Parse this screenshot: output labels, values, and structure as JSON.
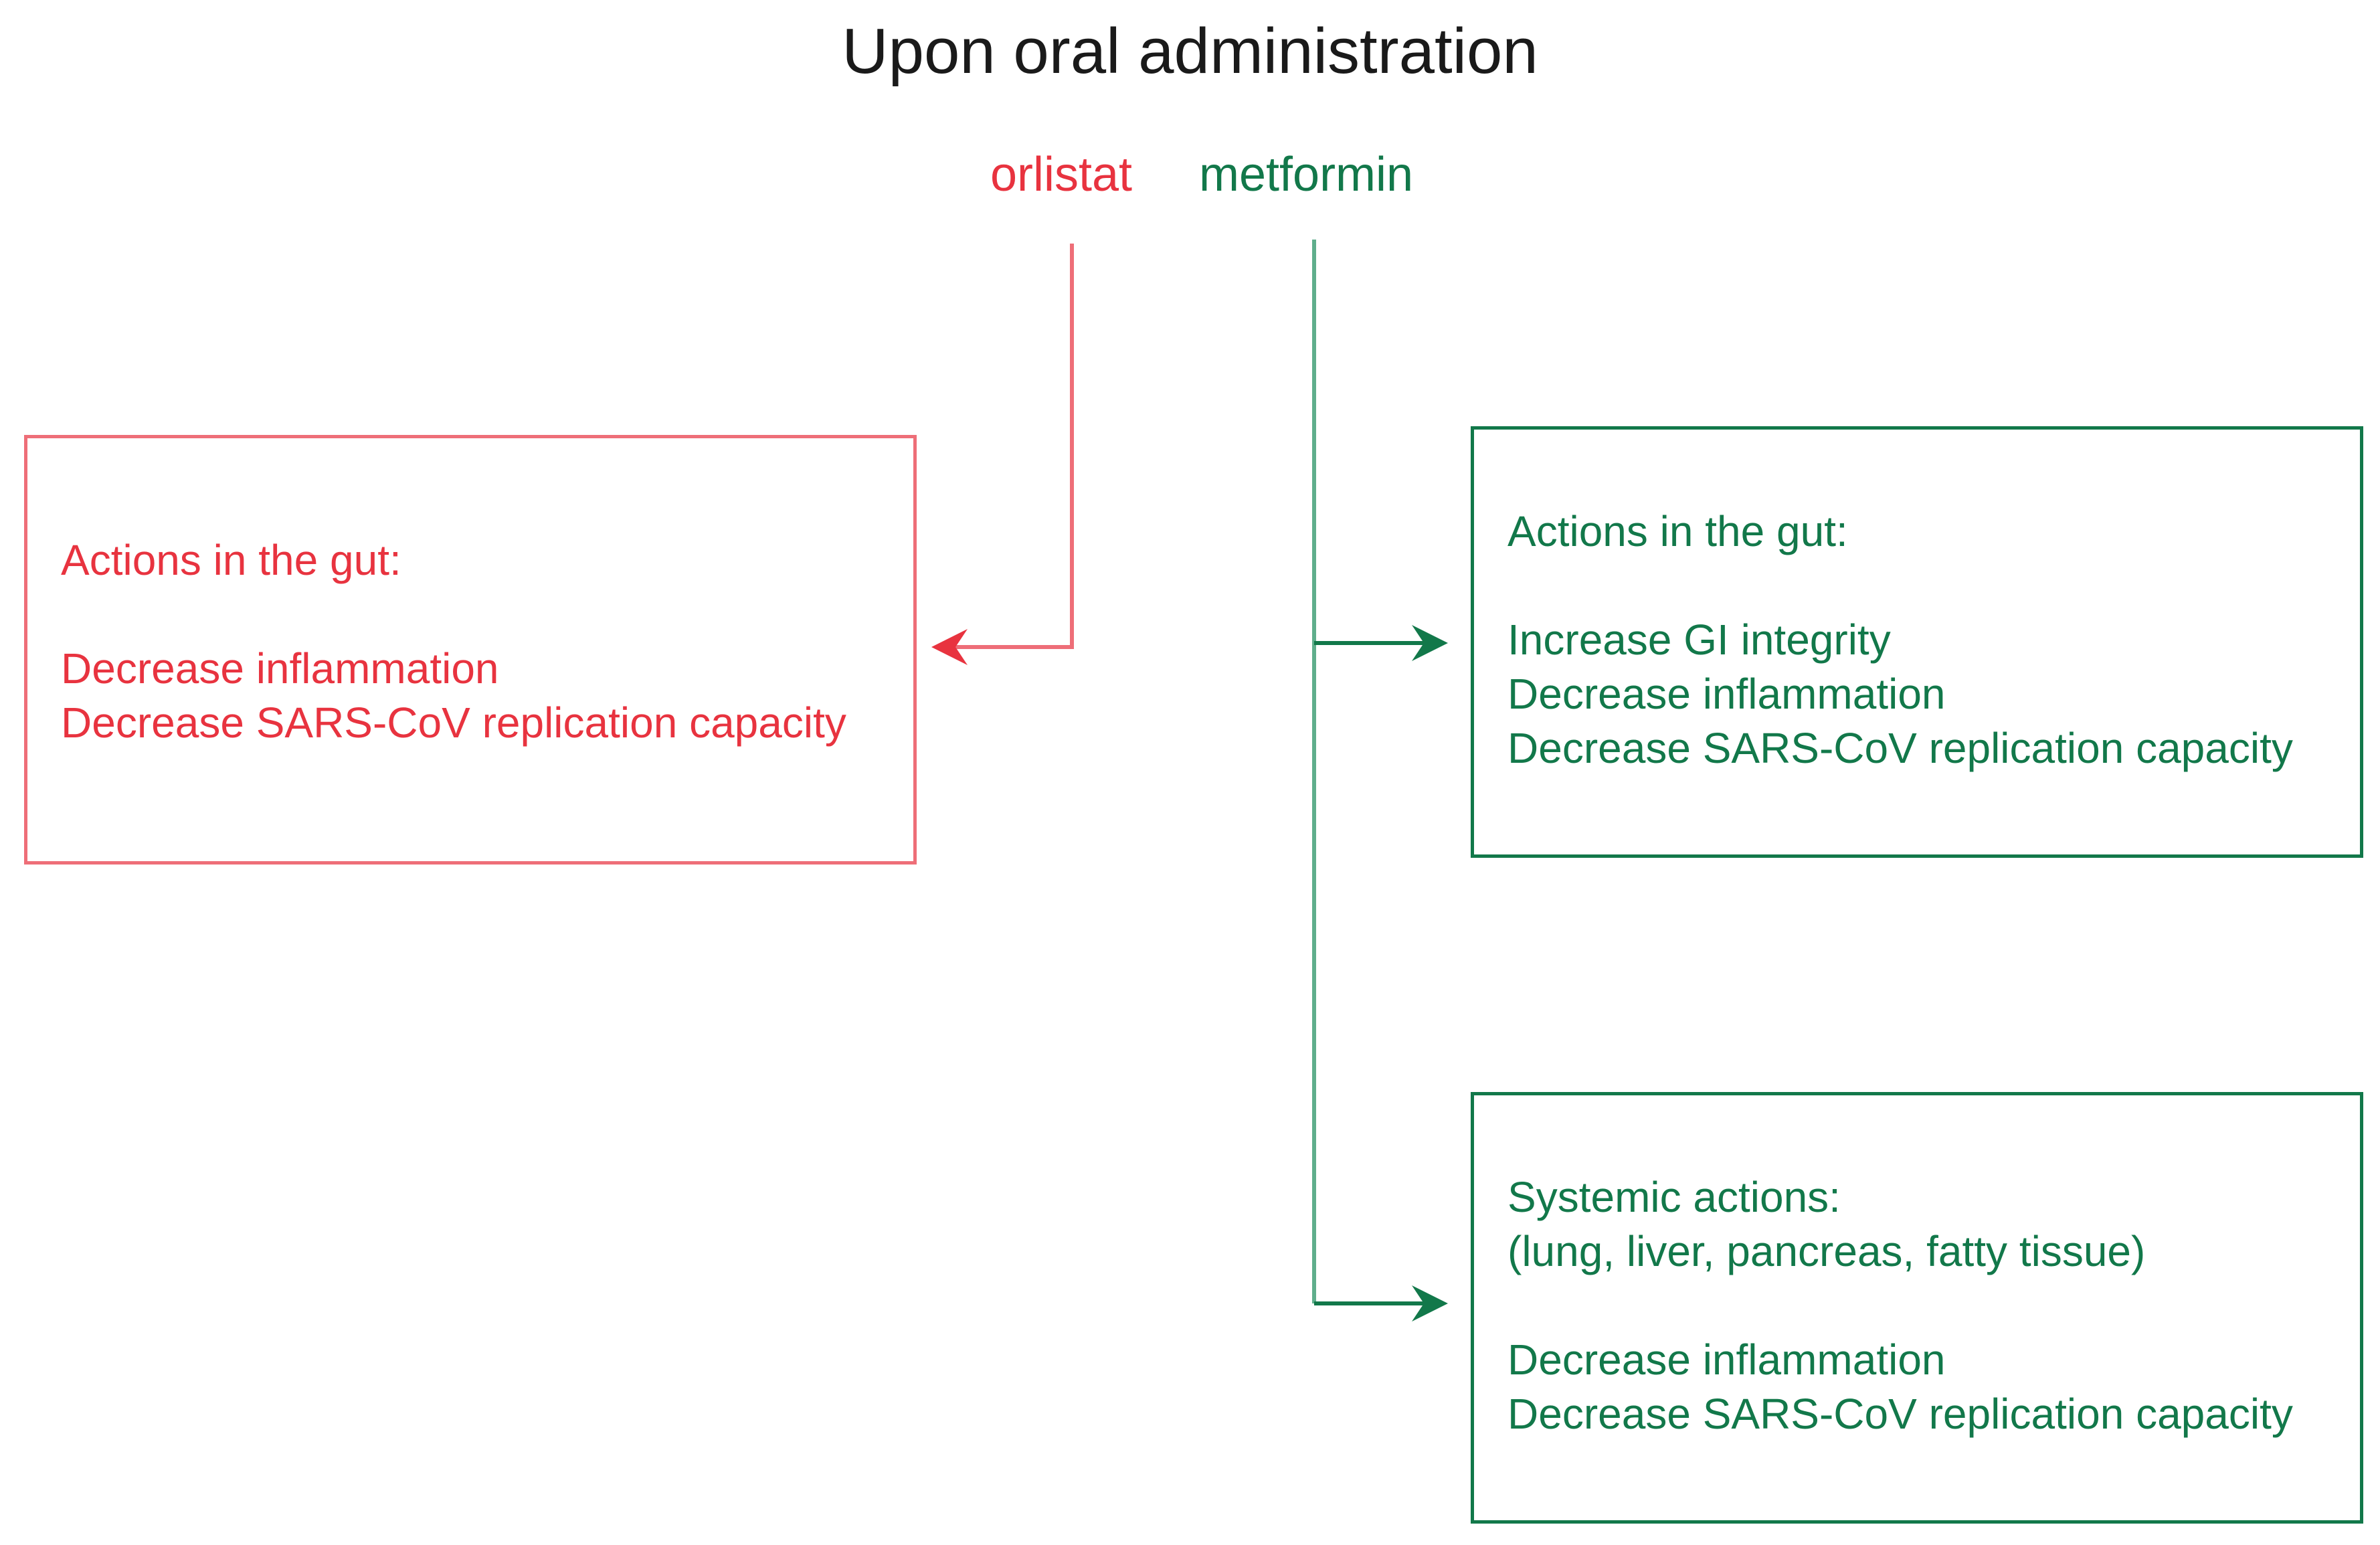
{
  "diagram": {
    "title": "Upon oral administration",
    "drugs": {
      "orlistat": "orlistat",
      "metformin": "metformin"
    },
    "boxes": {
      "orlistat_gut": {
        "heading": "Actions in the gut:",
        "items": [
          "Decrease inflammation",
          "Decrease SARS-CoV replication capacity"
        ]
      },
      "metformin_gut": {
        "heading": "Actions in the gut:",
        "items": [
          "Increase GI integrity",
          "Decrease inflammation",
          "Decrease SARS-CoV replication capacity"
        ]
      },
      "metformin_systemic": {
        "heading": "Systemic actions:",
        "subheading": "(lung, liver, pancreas, fatty tissue)",
        "items": [
          "Decrease inflammation",
          "Decrease SARS-CoV replication capacity"
        ]
      }
    },
    "colors": {
      "orlistat": "#e8333f",
      "orlistat_line": "#ee6e78",
      "metformin": "#12784a",
      "metformin_line": "#5fae8c",
      "title": "#1a1a1a"
    }
  }
}
